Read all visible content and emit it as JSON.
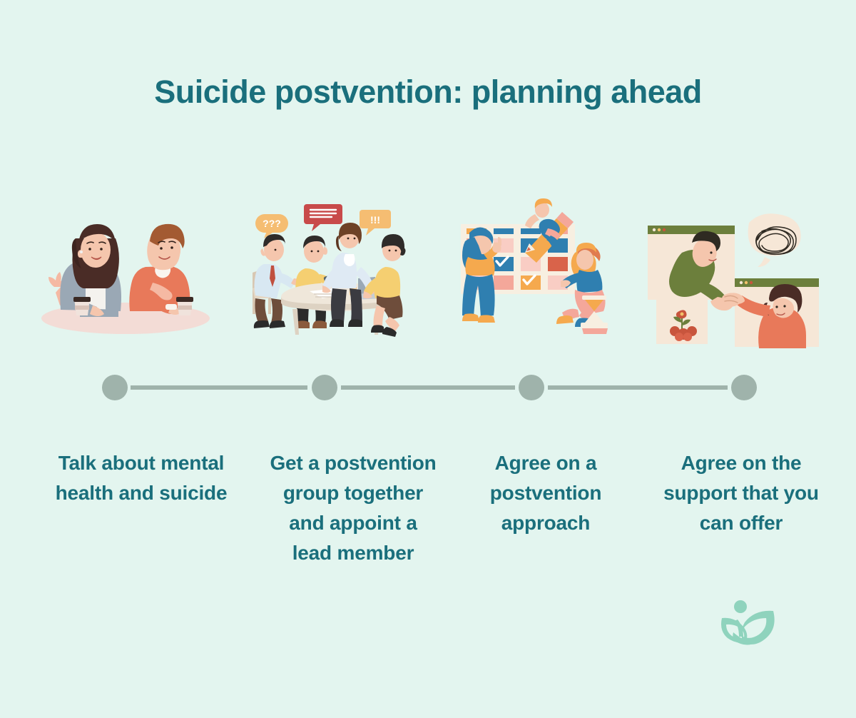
{
  "page": {
    "background_color": "#e3f5ef",
    "title": "Suicide postvention: planning ahead",
    "title_color": "#1a6f7c"
  },
  "timeline": {
    "dot_color": "#9fb3ab",
    "line_color": "#9fb3ab",
    "steps": [
      {
        "index": 1,
        "caption": "Talk about mental health and suicide",
        "illustration_name": "two-people-talking-over-coffee",
        "illustration_description": "A woman in a grey cardigan and a man in an orange sweater sit at a pale pink table with takeaway coffee cups, talking"
      },
      {
        "index": 2,
        "caption": "Get a postvention group together and appoint a lead member",
        "illustration_name": "team-meeting-around-table",
        "illustration_description": "Four colleagues meet around a table with a laptop and papers; speech bubbles show question marks, text lines and exclamation marks",
        "speech_bubbles": [
          "???",
          "≡",
          "!!!"
        ]
      },
      {
        "index": 3,
        "caption": "Agree on a postvention approach",
        "illustration_name": "planning-board-with-checklist",
        "illustration_description": "A woman in a hijab points at a planning board of coloured cards with tick marks, a person rides a giant pencil, and another person sits beside an hourglass"
      },
      {
        "index": 4,
        "caption": "Agree on the support that you can offer",
        "illustration_name": "online-support-handshake",
        "illustration_description": "Two people in browser windows reach out and clasp hands; a thought bubble holds a tangled scribble and a card shows red flowers"
      }
    ]
  },
  "logo": {
    "name": "leaf-logo",
    "color": "#8fd3bd"
  },
  "palette": {
    "teal": "#1a6f7c",
    "mint_bg": "#e3f5ef",
    "grey_green": "#9fb3ab",
    "logo_green": "#8fd3bd",
    "coral": "#e8795a",
    "blue": "#2f7fb0",
    "orange": "#f5a94e",
    "pink": "#f4a79a",
    "olive": "#6c7f3c",
    "cream": "#f6e7d7"
  }
}
